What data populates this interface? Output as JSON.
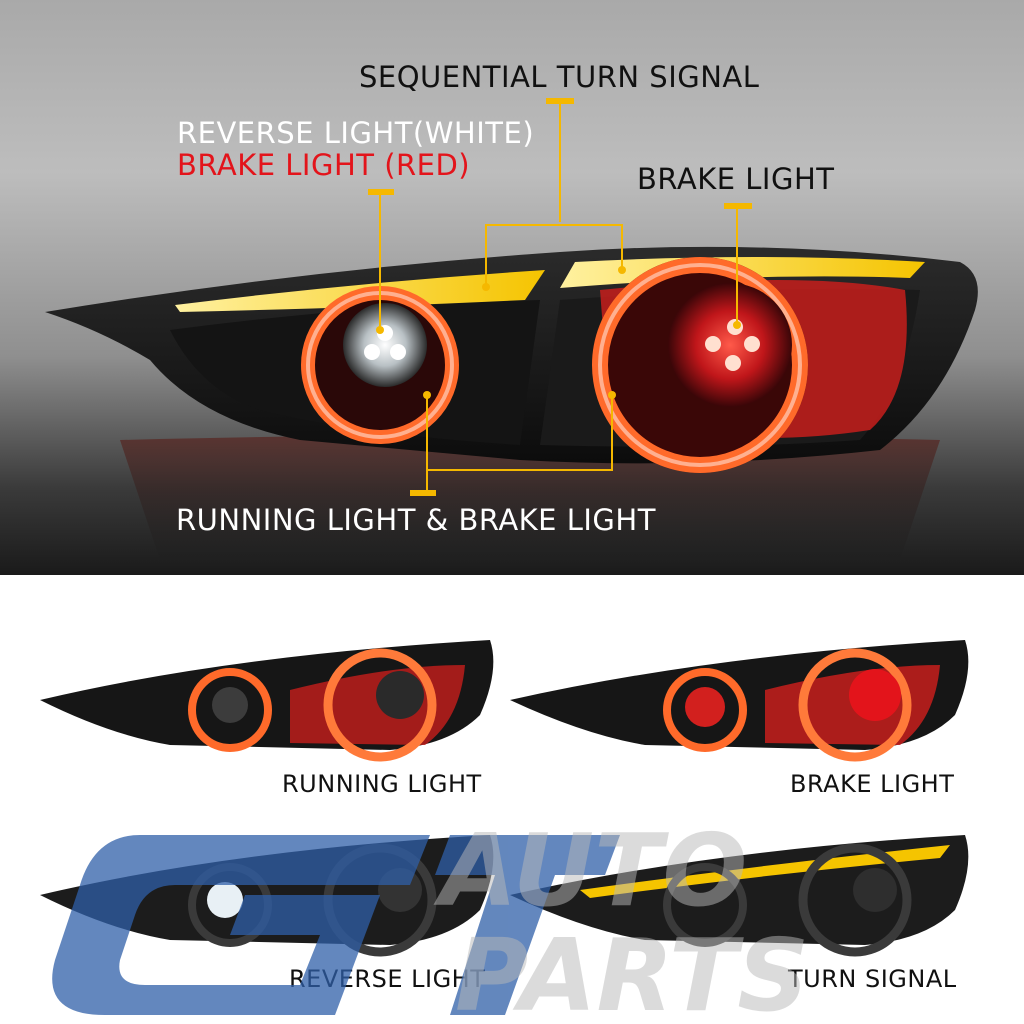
{
  "hero": {
    "label_sequential": "SEQUENTIAL TURN SIGNAL",
    "label_reverse": "REVERSE LIGHT(WHITE)",
    "label_brake_red": "BRAKE LIGHT (RED)",
    "label_brake": "BRAKE LIGHT",
    "label_running_brake": "RUNNING LIGHT & BRAKE LIGHT"
  },
  "variants": [
    {
      "label": "RUNNING LIGHT"
    },
    {
      "label": "BRAKE LIGHT"
    },
    {
      "label": "REVERSE LIGHT"
    },
    {
      "label": "TURN SIGNAL"
    }
  ],
  "watermark": {
    "line1": "AUTO",
    "line2": "PARTS"
  },
  "colors": {
    "accent_yellow": "#f5b800",
    "brake_red": "#e3141b",
    "ring_orange": "#ff6a2a",
    "watermark_blue": "#2f5fa8"
  }
}
